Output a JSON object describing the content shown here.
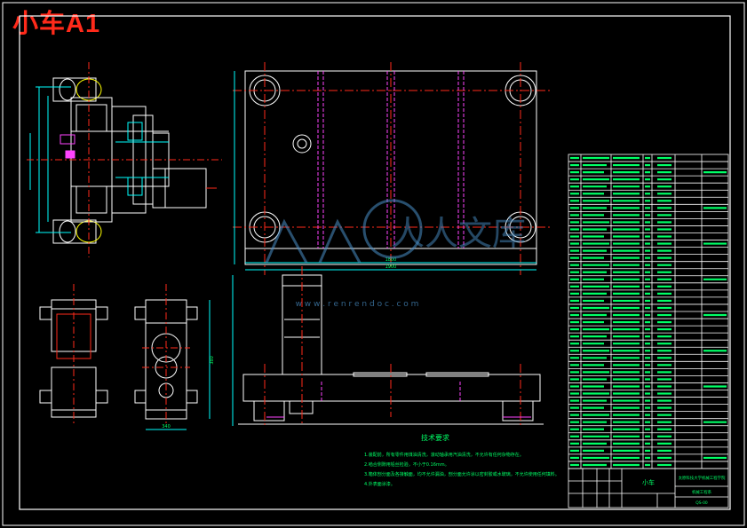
{
  "drawing": {
    "title": "小车A1",
    "watermark_text": "人人文库",
    "watermark_url": "w w w . r e n r e n d o c . c o m",
    "tech_requirements_title": "技术要求",
    "tech_requirements": [
      "1.装配前，所有零件用煤油清洗，滚动轴承用汽油清洗，不允许有任何杂物存在。",
      "2.啮合侧隙用铅丝检验，不小于0.16mm。",
      "3.箱体剖分面及各接触面，均不允许漏油，剖分面允许涂以密封胶或水玻璃，不允许使用任何填料。",
      "4.外表面涂漆。"
    ],
    "title_block": {
      "part_name": "小车",
      "school": "太原科技大学机械工程学院",
      "dept": "机械工程系",
      "drawing_no": "QS-00"
    },
    "dimensions": {
      "bottom_width": "1800",
      "plate_width": "1900",
      "gearbox_width": "340",
      "gearbox_height": "380"
    },
    "colors": {
      "background": "#000000",
      "outline": "#ffffff",
      "center_line": "#ff2a1a",
      "hidden_line": "#ff44ff",
      "dimension": "#00ffff",
      "text": "#00ff66",
      "watermark": "#4a90c8"
    }
  }
}
